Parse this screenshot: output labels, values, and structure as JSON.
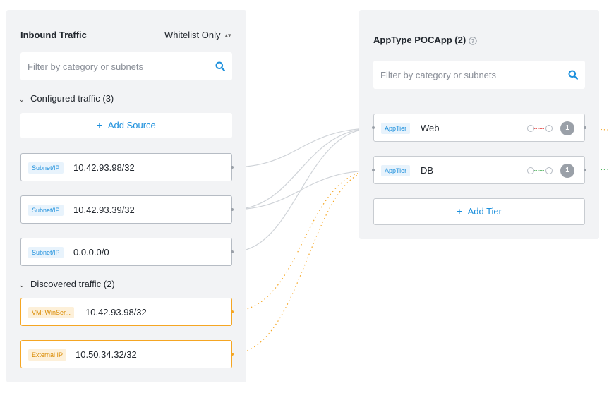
{
  "inbound": {
    "title": "Inbound Traffic",
    "mode": "Whitelist Only",
    "filter_placeholder": "Filter by category or subnets",
    "configured": {
      "heading": "Configured traffic (3)",
      "add_label": "Add Source",
      "items": [
        {
          "tag": "Subnet/IP",
          "value": "10.42.93.98/32"
        },
        {
          "tag": "Subnet/IP",
          "value": "10.42.93.39/32"
        },
        {
          "tag": "Subnet/IP",
          "value": "0.0.0.0/0"
        }
      ]
    },
    "discovered": {
      "heading": "Discovered traffic (2)",
      "items": [
        {
          "tag": "VM: WinSer...",
          "value": "10.42.93.98/32"
        },
        {
          "tag": "External IP",
          "value": "10.50.34.32/32"
        }
      ]
    }
  },
  "apptype": {
    "title": "AppType POCApp (2)",
    "filter_placeholder": "Filter by category or subnets",
    "tiers": [
      {
        "tag": "AppTier",
        "name": "Web",
        "count": "1",
        "link_color": "#e0312f"
      },
      {
        "tag": "AppTier",
        "name": "DB",
        "count": "1",
        "link_color": "#3aa84a"
      }
    ],
    "add_label": "Add Tier"
  },
  "icons": {
    "search": "search-icon",
    "help": "help-circle-icon",
    "expand": "chevron-down-icon",
    "select": "updown-arrows-icon",
    "add": "plus-icon"
  },
  "colors": {
    "accent": "#1b8fdc",
    "panel_bg": "#f2f3f5",
    "discovered": "#f5a623",
    "connector": "#c8ccd1"
  }
}
